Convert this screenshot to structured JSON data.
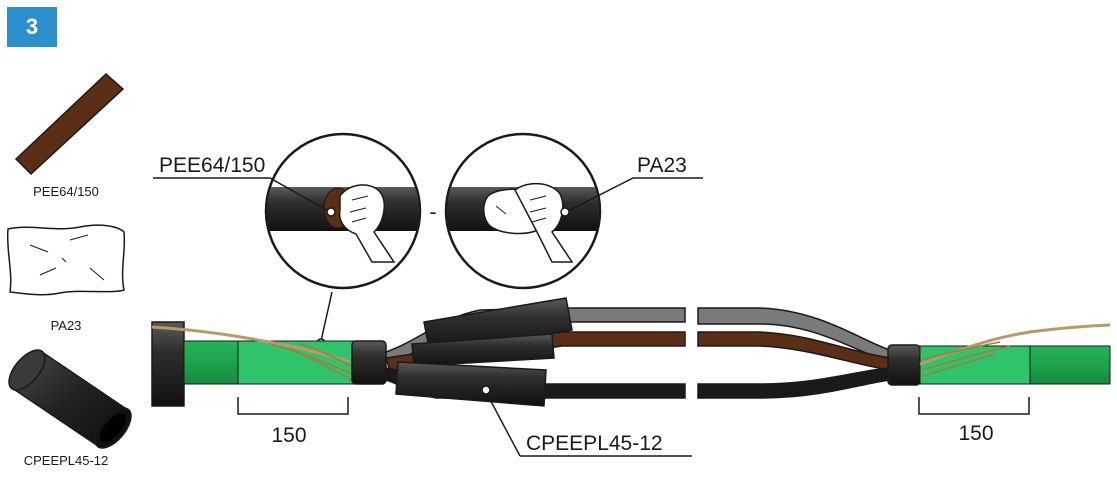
{
  "step": {
    "number": "3"
  },
  "parts": [
    {
      "label": "PEE64/150",
      "icon": "brown-tape-strip-icon"
    },
    {
      "label": "PA23",
      "icon": "cleaning-tissue-icon"
    },
    {
      "label": "CPEEPL45-12",
      "icon": "heat-shrink-tube-icon"
    }
  ],
  "callouts": {
    "tape": "PEE64/150",
    "tissue": "PA23",
    "tube": "CPEEPL45-12"
  },
  "detail_separator": "-",
  "dimensions": {
    "left": "150",
    "right": "150"
  },
  "colors": {
    "badge": "#2b8fce",
    "brown": "#5b2e16",
    "cable_green": "#1ea34d",
    "cable_green_light": "#2fc46a",
    "sleeve_black": "#2a2a2a",
    "conductor_grey": "#7a7a7a",
    "screen_wire": "#b89a6a"
  }
}
